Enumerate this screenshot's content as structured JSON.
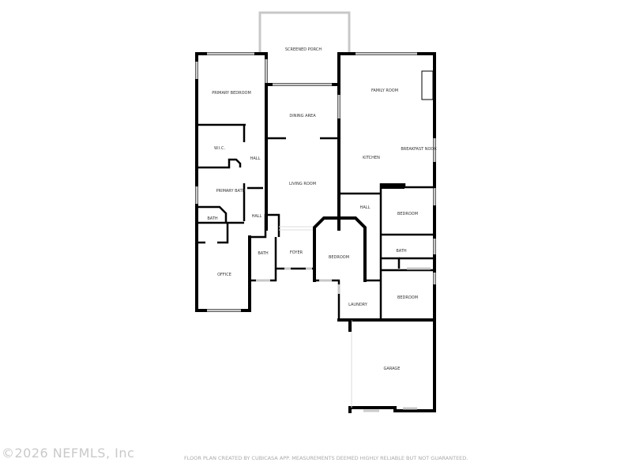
{
  "rooms": {
    "screened_porch": "SCREENED PORCH",
    "primary_bedroom": "PRIMARY BEDROOM",
    "dining_area": "DINING AREA",
    "family_room": "FAMILY ROOM",
    "wic": "W.I.C.",
    "hall_1": "HALL",
    "kitchen": "KITCHEN",
    "breakfast_nook": "BREAKFAST NOOK",
    "primary_bath": "PRIMARY BATH",
    "living_room": "LIVING ROOM",
    "hall_2": "HALL",
    "hall_3": "HALL",
    "bedroom_1": "BEDROOM",
    "bath_1": "BATH",
    "bath_2": "BATH",
    "foyer": "FOYER",
    "bedroom_2": "BEDROOM",
    "bath_3": "BATH",
    "office": "OFFICE",
    "bedroom_3": "BEDROOM",
    "laundry": "LAUNDRY",
    "garage": "GARAGE"
  },
  "watermark": "©2026 NEFMLS, Inc",
  "disclaimer": "FLOOR PLAN CREATED BY CUBICASA APP. MEASUREMENTS DEEMED HIGHLY RELIABLE BUT NOT GUARANTEED."
}
